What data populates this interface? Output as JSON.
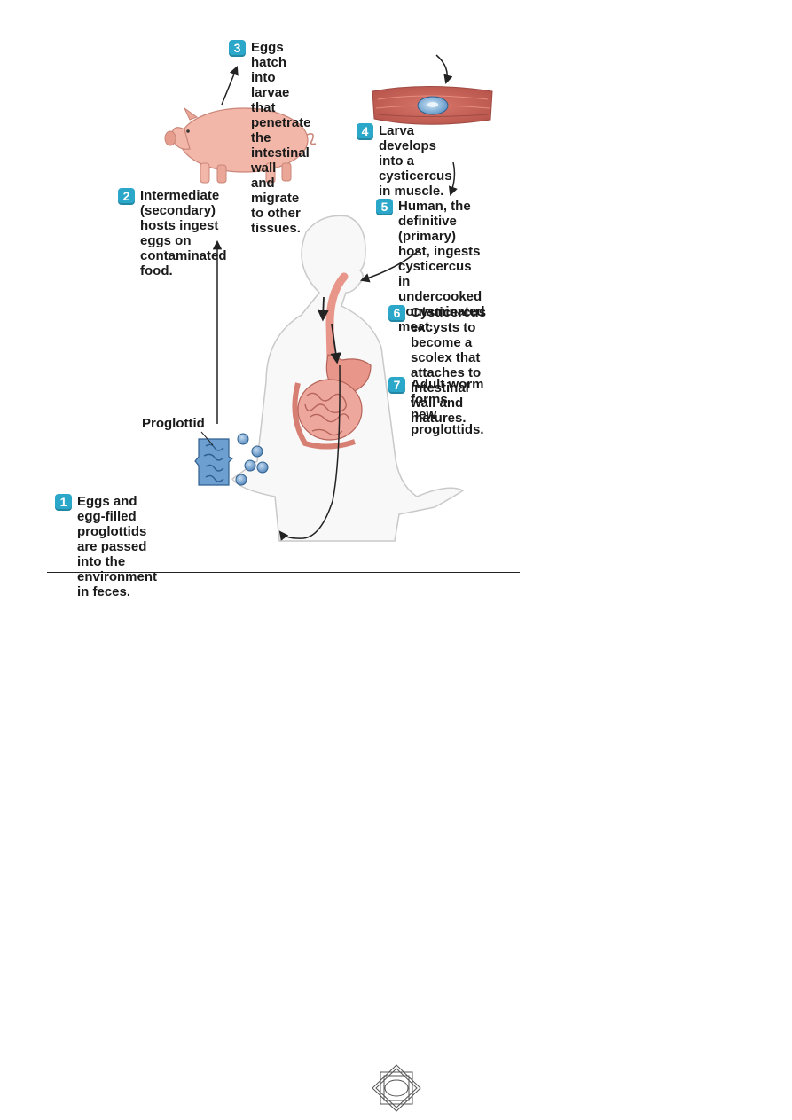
{
  "colors": {
    "badge": "#2aa7c9",
    "pig": "#f2b7a8",
    "body_outline": "#c9c9c9",
    "digestive": "#e8958a",
    "egg": "#6d9fd0",
    "arrow": "#222222"
  },
  "steps": [
    {
      "num": "1",
      "text": "Eggs and egg-filled proglottids\nare passed into the environment\nin feces."
    },
    {
      "num": "2",
      "text": "Intermediate (secondary)\nhosts ingest eggs on\ncontaminated food."
    },
    {
      "num": "3",
      "text": "Eggs hatch into larvae that\npenetrate the intestinal wall\nand migrate to other\ntissues."
    },
    {
      "num": "4",
      "text": "Larva develops into a\ncysticercus in muscle."
    },
    {
      "num": "5",
      "text": "Human, the definitive (primary)\nhost, ingests cysticercus in\nundercooked contaminated meat."
    },
    {
      "num": "6",
      "text": "Cysticercus excysts to\nbecome a scolex that\nattaches to intestinal\nwall and matures."
    },
    {
      "num": "7",
      "text": "Adult worm forms\nnew proglottids."
    }
  ],
  "labels": {
    "proglottid": "Proglottid"
  },
  "icons": [
    "pig-illustration",
    "muscle-cysticercus-illustration",
    "human-digestive-illustration",
    "proglottid-illustration",
    "egg-icon",
    "page-ornament-icon"
  ]
}
